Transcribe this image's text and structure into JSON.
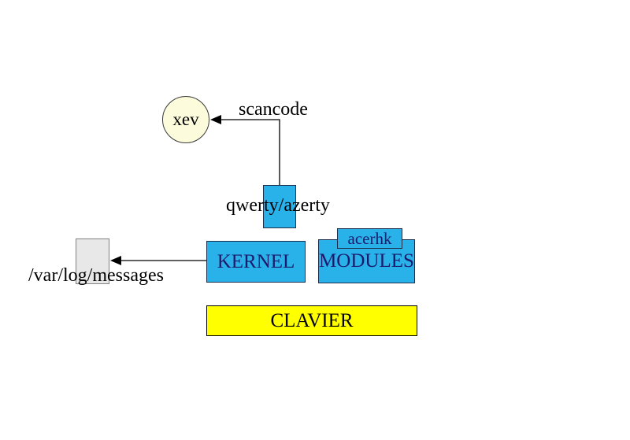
{
  "diagram": {
    "description": "Linux keyboard event flow diagram",
    "nodes": {
      "xev": "xev",
      "kernel": "KERNEL",
      "modules": "MODULES",
      "acerhk": "acerhk",
      "clavier": "CLAVIER"
    },
    "labels": {
      "scancode": "scancode",
      "qwerty_azerty": "qwerty/azerty",
      "var_log_messages": "/var/log/messages"
    },
    "colors": {
      "background": "#ffffff",
      "blue_box_fill": "#29b2ea",
      "blue_box_border": "#1c2e4a",
      "blue_box_text": "#1b1b6b",
      "yellow_box_fill": "#ffff00",
      "circle_fill": "#fcfcdc",
      "gray_box_fill": "#e8e8e8",
      "gray_box_border": "#808080",
      "connector": "#000000",
      "label_text": "#000000"
    }
  }
}
